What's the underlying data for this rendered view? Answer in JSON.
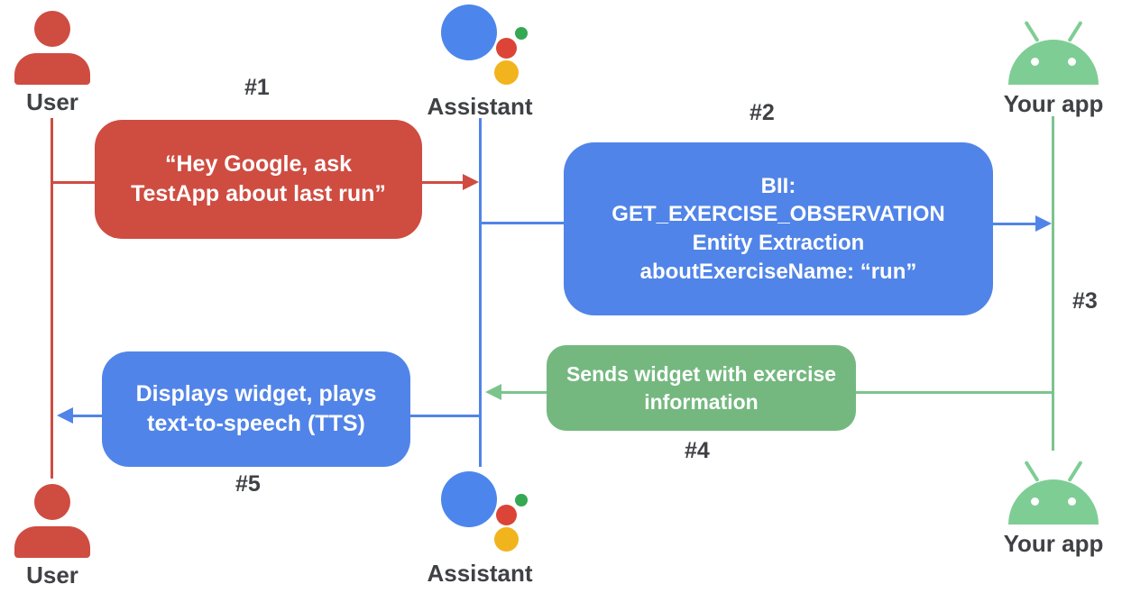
{
  "actors": {
    "user_top": {
      "label": "User"
    },
    "assistant_top": {
      "label": "Assistant"
    },
    "app_top": {
      "label": "Your app"
    },
    "user_bottom": {
      "label": "User"
    },
    "assistant_bottom": {
      "label": "Assistant"
    },
    "app_bottom": {
      "label": "Your app"
    }
  },
  "steps": {
    "s1": "#1",
    "s2": "#2",
    "s3": "#3",
    "s4": "#4",
    "s5": "#5"
  },
  "messages": {
    "m1": "“Hey Google, ask\nTestApp about last run”",
    "m2": "BII:\nGET_EXERCISE_OBSERVATION\nEntity Extraction\naboutExerciseName: “run”",
    "m4": "Sends widget with exercise\ninformation",
    "m5": "Displays widget, plays\ntext-to-speech (TTS)"
  },
  "colors": {
    "user_red": "#CF4C41",
    "assistant_blue": "#5184E8",
    "app_green_box": "#74B87F",
    "app_green_line": "#7CC48E",
    "android_green": "#7ECD95",
    "logo_blue": "#4C86EC",
    "logo_red": "#DB4437",
    "logo_yellow": "#F2B41D",
    "logo_green": "#34A853",
    "label_gray": "#3F4145"
  }
}
